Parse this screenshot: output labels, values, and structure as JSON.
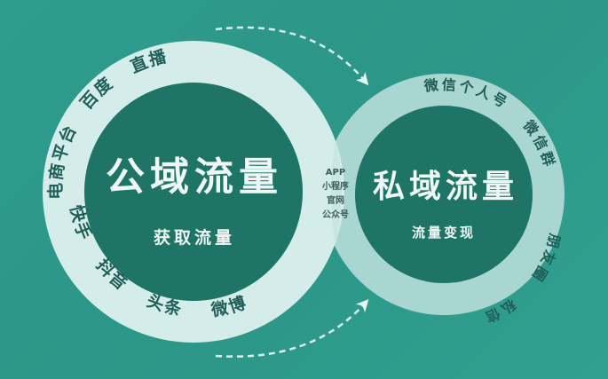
{
  "colors": {
    "background": "#2f9a8c",
    "ring_left": "#d4ecea",
    "ring_right": "#a9d6d1",
    "core": "#1f7565",
    "ring_text": "#1f5f58",
    "title_text": "#eef7f5",
    "overlap_text": "#3c5e5a",
    "arrow": "#d9f3ef"
  },
  "public_domain": {
    "title": "公域流量",
    "subtitle": "获取流量",
    "channels": [
      "电商平台",
      "百度",
      "直播",
      "快手",
      "抖音",
      "头条",
      "微博"
    ]
  },
  "overlap": {
    "items": [
      "APP",
      "小程序",
      "官网",
      "公众号"
    ]
  },
  "private_domain": {
    "title": "私域流量",
    "subtitle": "流量变现",
    "channels": [
      "微信个人号",
      "微信群",
      "朋友圈",
      "私信"
    ]
  }
}
